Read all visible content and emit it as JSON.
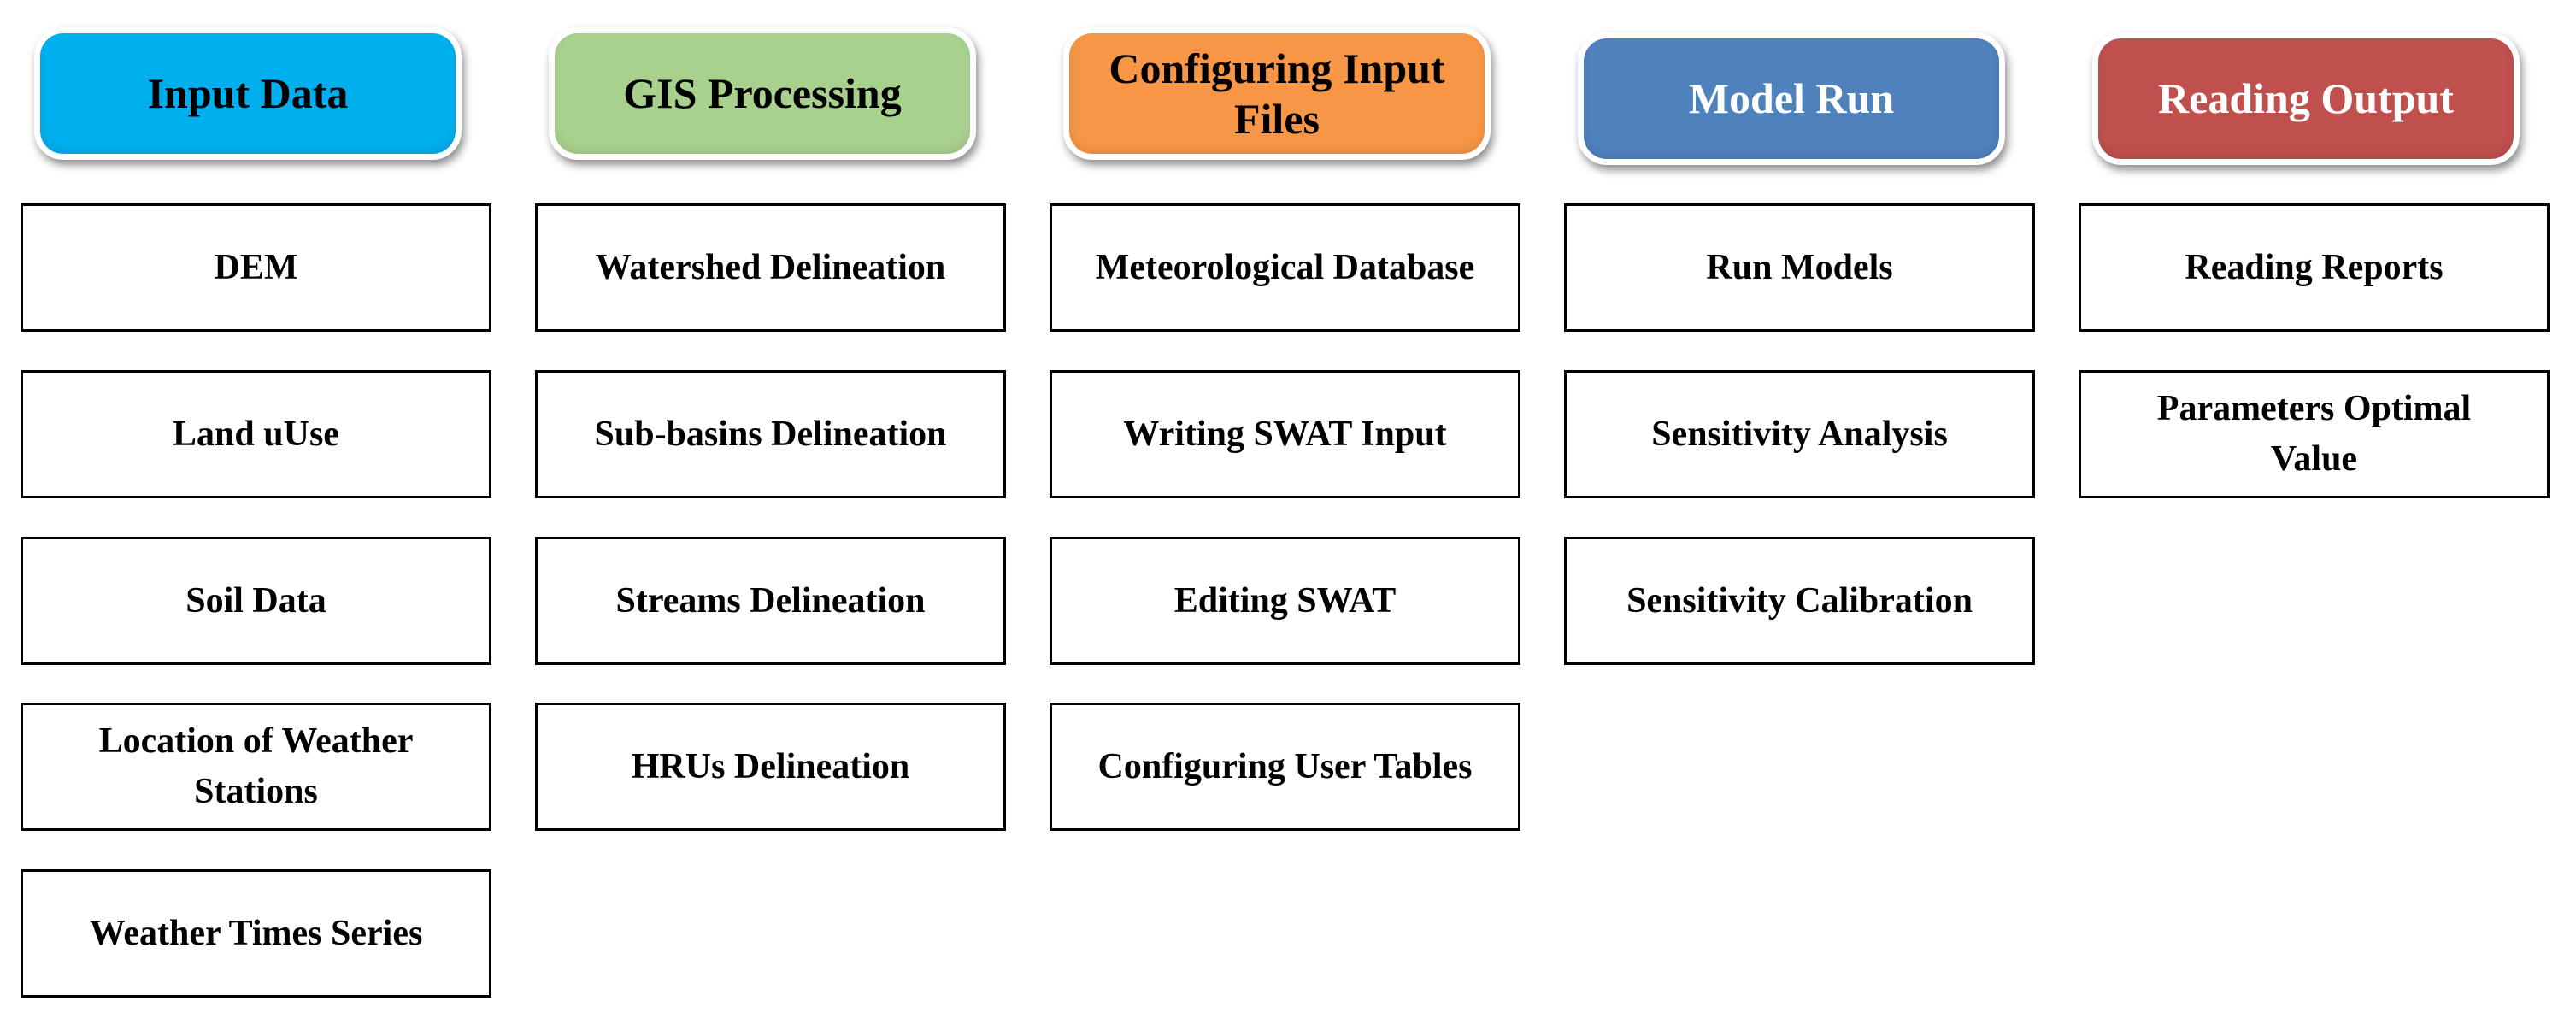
{
  "columns": [
    {
      "header": "Input Data",
      "header_color": "#00b0ee",
      "items": [
        "DEM",
        "Land uUse",
        "Soil Data",
        "Location of Weather Stations",
        "Weather Times Series"
      ]
    },
    {
      "header": "GIS Processing",
      "header_color": "#a9d18e",
      "items": [
        "Watershed Delineation",
        "Sub-basins Delineation",
        "Streams Delineation",
        "HRUs Delineation"
      ]
    },
    {
      "header": "Configuring Input Files",
      "header_color": "#f79646",
      "items": [
        "Meteorological Database",
        "Writing SWAT Input",
        "Editing SWAT",
        "Configuring User Tables"
      ]
    },
    {
      "header": "Model Run",
      "header_color": "#4f81bd",
      "items": [
        "Run Models",
        "Sensitivity Analysis",
        "Sensitivity Calibration"
      ]
    },
    {
      "header": "Reading Output",
      "header_color": "#c0504d",
      "items": [
        "Reading Reports",
        "Parameters Optimal Value"
      ]
    }
  ]
}
